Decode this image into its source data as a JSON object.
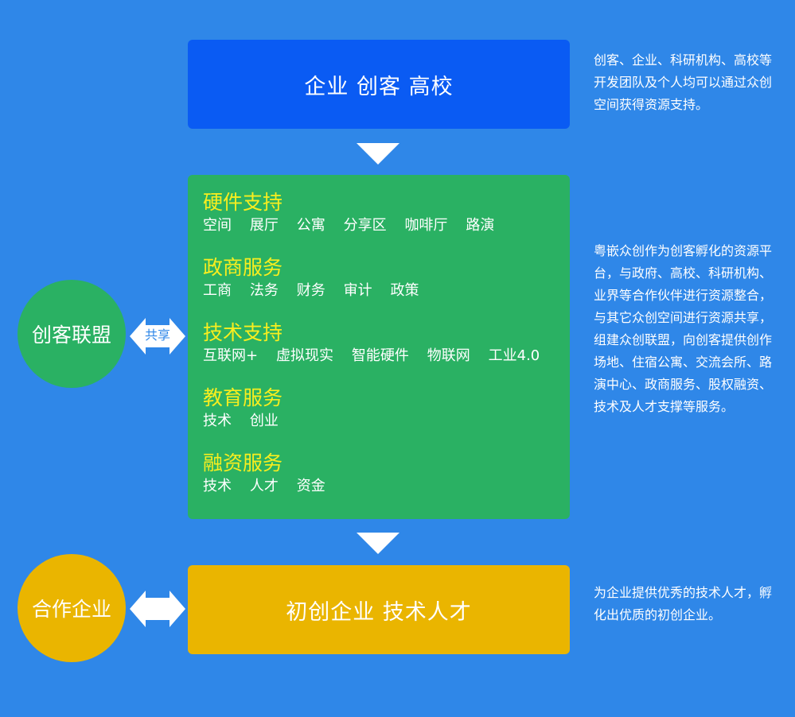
{
  "top_box": {
    "label": "企业   创客   高校"
  },
  "green_box": {
    "sections": [
      {
        "title": "硬件支持",
        "items": "空间    展厅    公寓    分享区    咖啡厅    路演"
      },
      {
        "title": "政商服务",
        "items": "工商    法务    财务    审计    政策"
      },
      {
        "title": "技术支持",
        "items": "互联网+    虚拟现实    智能硬件    物联网    工业4.0"
      },
      {
        "title": "教育服务",
        "items": "技术    创业"
      },
      {
        "title": "融资服务",
        "items": "技术    人才    资金"
      }
    ]
  },
  "bottom_box": {
    "label": "初创企业    技术人才"
  },
  "left_nodes": {
    "alliance": "创客联盟",
    "share": "共享",
    "partner": "合作企业"
  },
  "descriptions": {
    "top": "创客、企业、科研机构、高校等开发团队及个人均可以通过众创空间获得资源支持。",
    "middle": "粤嵌众创作为创客孵化的资源平台，与政府、高校、科研机构、业界等合作伙伴进行资源整合，与其它众创空间进行资源共享，组建众创联盟，向创客提供创作场地、住宿公寓、交流会所、路演中心、政商服务、股权融资、技术及人才支撑等服务。",
    "bottom": "为企业提供优秀的技术人才，孵化出优质的初创企业。"
  },
  "colors": {
    "background": "#2f87e8",
    "top_box": "#0a5bf3",
    "green": "#2ab163",
    "gold": "#eab500",
    "section_title": "#f8ee1f"
  }
}
